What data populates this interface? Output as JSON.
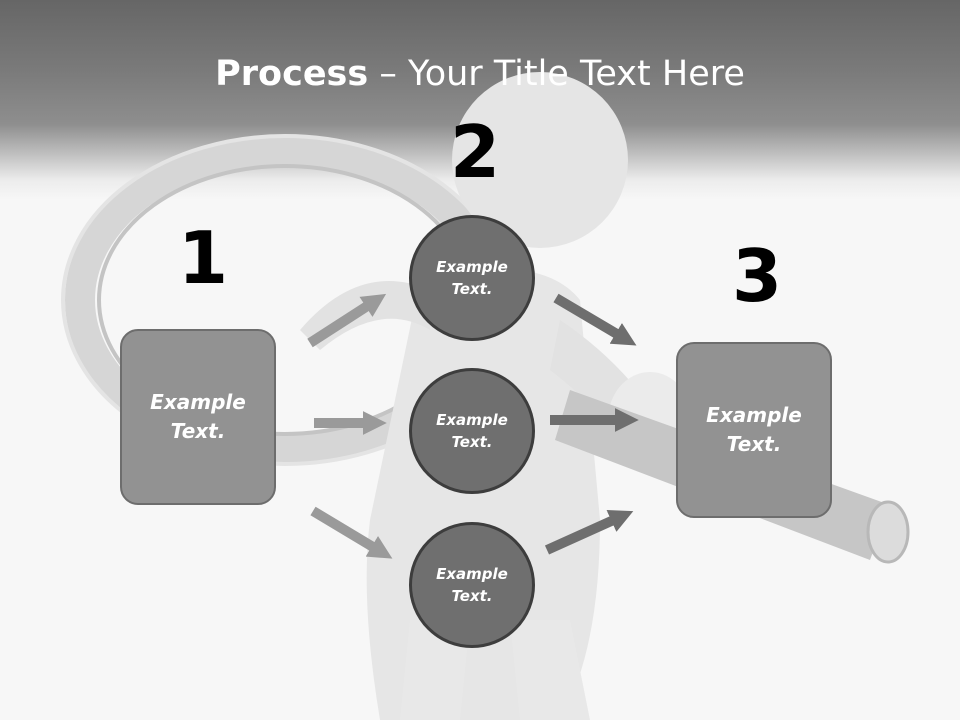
{
  "title": {
    "bold": "Process",
    "separator": " – ",
    "rest": "Your Title Text Here"
  },
  "steps": [
    {
      "number": "1",
      "text": "Example Text."
    },
    {
      "number": "2",
      "nodes": [
        "Example Text.",
        "Example Text.",
        "Example Text."
      ]
    },
    {
      "number": "3",
      "text": "Example Text."
    }
  ],
  "colors": {
    "header": "#666666",
    "box": "#929292",
    "circle": "#6f6f6f",
    "arrow_light": "#9a9a9a",
    "arrow_dark": "#6e6e6e"
  },
  "background_image": "person-with-magnifying-glass"
}
